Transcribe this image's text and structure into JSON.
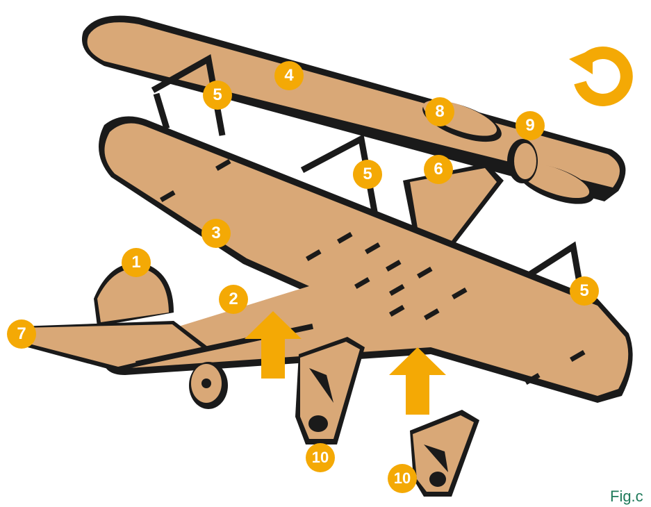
{
  "diagram": {
    "markers": [
      {
        "id": "m1",
        "label": "1"
      },
      {
        "id": "m2",
        "label": "2"
      },
      {
        "id": "m3",
        "label": "3"
      },
      {
        "id": "m4",
        "label": "4"
      },
      {
        "id": "m5a",
        "label": "5"
      },
      {
        "id": "m5b",
        "label": "5"
      },
      {
        "id": "m5c",
        "label": "5"
      },
      {
        "id": "m6",
        "label": "6"
      },
      {
        "id": "m7",
        "label": "7"
      },
      {
        "id": "m8",
        "label": "8"
      },
      {
        "id": "m9",
        "label": "9"
      },
      {
        "id": "m10a",
        "label": "10"
      },
      {
        "id": "m10b",
        "label": "10"
      }
    ],
    "caption": "Fig.c"
  },
  "colors": {
    "wood": "#D9A877",
    "wood_dark": "#C8955F",
    "outline": "#1a1a1a",
    "accent": "#F4A905",
    "caption": "#1f7a5a"
  },
  "icons": {
    "replay": "replay-icon",
    "arrow": "up-arrow-icon"
  }
}
